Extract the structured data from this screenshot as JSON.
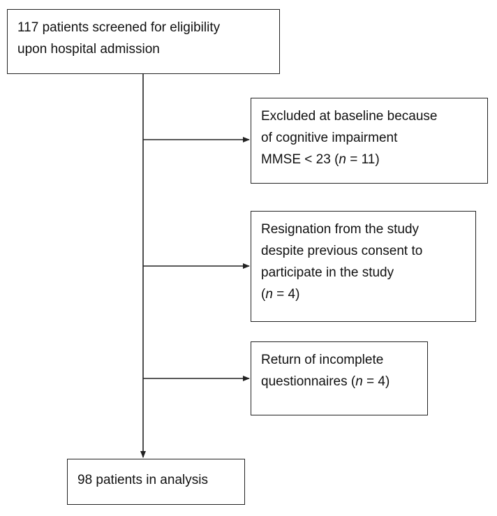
{
  "diagram": {
    "screened": {
      "lines": [
        "117 patients screened for eligibility",
        "upon hospital admission"
      ]
    },
    "excluded_cognitive": {
      "lines": [
        "Excluded at baseline because",
        "of cognitive impairment"
      ],
      "last_prefix": "MMSE < 23 (",
      "n_symbol": "n",
      "last_suffix": " = 11)"
    },
    "resignation": {
      "lines": [
        "Resignation from the study",
        "despite previous consent to",
        "participate in the study"
      ],
      "last_prefix": "(",
      "n_symbol": "n",
      "last_suffix": " = 4)"
    },
    "incomplete": {
      "lines": [
        "Return of incomplete"
      ],
      "last_prefix": "questionnaires (",
      "n_symbol": "n",
      "last_suffix": " = 4)"
    },
    "analysis": {
      "lines": [
        "98 patients in analysis"
      ]
    },
    "colors": {
      "line": "#222222",
      "text": "#111111",
      "background": "#ffffff"
    }
  }
}
